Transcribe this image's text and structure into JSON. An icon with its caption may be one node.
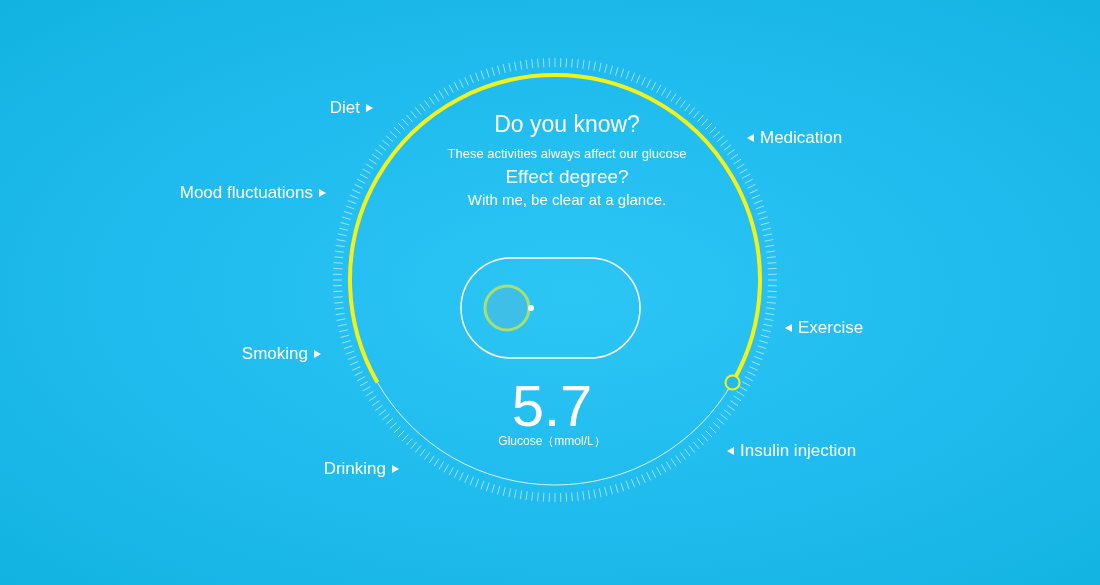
{
  "diagram": {
    "title": "Do you know?",
    "labels": [
      "Diet",
      "Medication",
      "These activities always affect our glucose",
      "Effect degree?",
      "Mood fluctuations",
      "With me, be clear at a glance.",
      "Exercise",
      "Smoking",
      "5.7",
      "Glucose（mmol/L）",
      "Insulin injection",
      "Drinking"
    ]
  }
}
